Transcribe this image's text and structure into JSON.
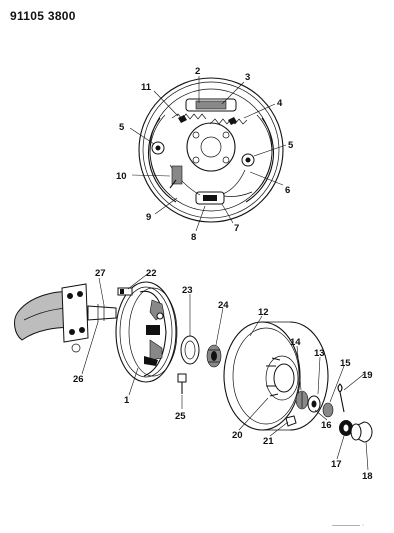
{
  "document_code": "91105 3800",
  "footer_mark": "————  ·",
  "callouts": [
    "1",
    "2",
    "3",
    "4",
    "5",
    "5",
    "6",
    "7",
    "8",
    "9",
    "10",
    "11",
    "12",
    "13",
    "14",
    "15",
    "16",
    "17",
    "18",
    "19",
    "20",
    "21",
    "22",
    "23",
    "24",
    "25",
    "26",
    "27"
  ]
}
